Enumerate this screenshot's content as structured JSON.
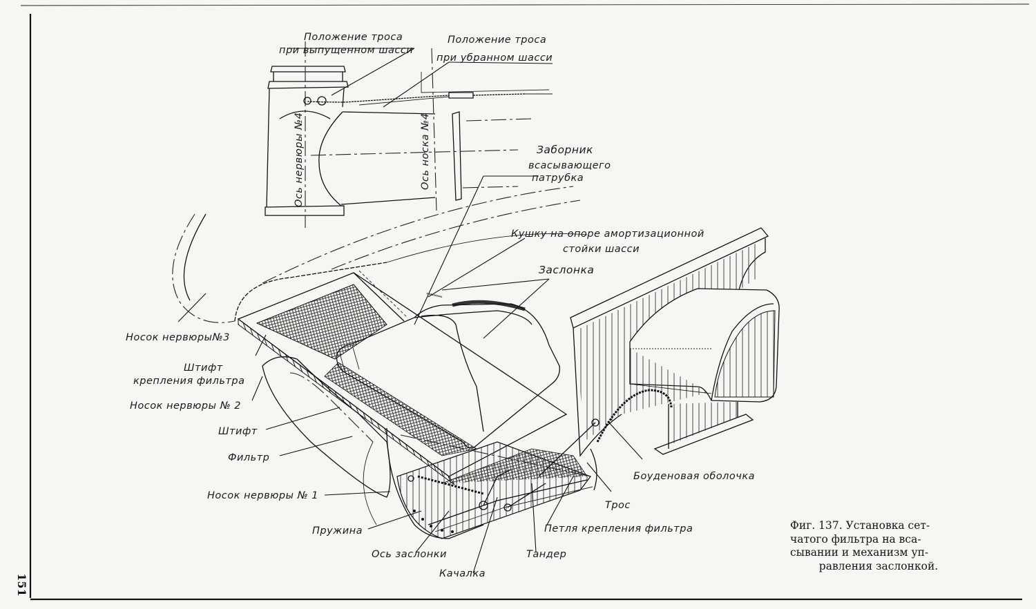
{
  "figure": {
    "number": "Фиг. 137.",
    "caption_lines": [
      "Фиг. 137. Установка сет-",
      "чатого фильтра на вса-",
      "сывании и механизм уп-",
      "равления заслонкой."
    ],
    "page_number": "151"
  },
  "labels": {
    "cable_gear_down": [
      "Положение троса",
      "при выпущенном шасси"
    ],
    "cable_gear_up": [
      "Положение троса",
      "при убранном шасси"
    ],
    "rib4_axis": "Ось нервюры №4",
    "nose4_axis": "Ось носка №4",
    "intake": [
      "Заборник",
      "всасывающего",
      "патрубка"
    ],
    "lug": [
      "Кушку на опоре амортизационной",
      "стойки шасси"
    ],
    "flap": "Заслонка",
    "rib3_nose": "Носок нервюры№3",
    "filter_pin_mount": [
      "Штифт",
      "крепления фильтра"
    ],
    "rib2_nose": "Носок нервюры № 2",
    "pin": "Штифт",
    "filter": "Фильтр",
    "rib1_nose": "Носок нервюры № 1",
    "spring": "Пружина",
    "flap_axis": "Ось заслонки",
    "rocker": "Качалка",
    "tandem": "Тандер",
    "filter_loop": "Петля крепления фильтра",
    "cable": "Трос",
    "bowden": "Боуденовая оболочка"
  }
}
